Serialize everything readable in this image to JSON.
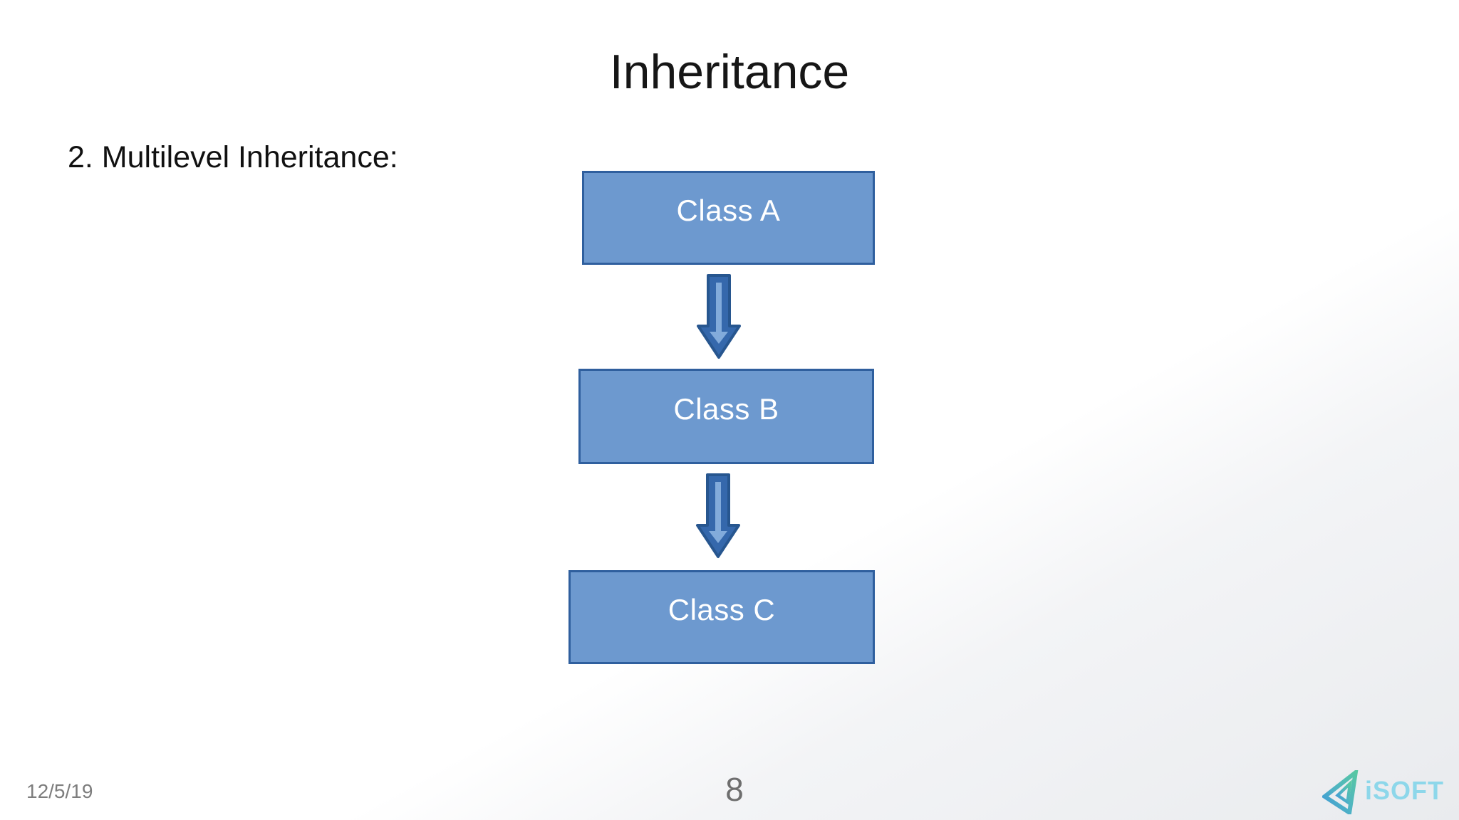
{
  "slide": {
    "title": "Inheritance",
    "subtitle": "2. Multilevel Inheritance:",
    "diagram": {
      "type": "flow",
      "direction": "top-to-bottom",
      "nodes": [
        {
          "label": "Class A"
        },
        {
          "label": "Class B"
        },
        {
          "label": "Class C"
        }
      ],
      "edges": [
        {
          "from": "Class A",
          "to": "Class B",
          "style": "down-arrow"
        },
        {
          "from": "Class B",
          "to": "Class C",
          "style": "down-arrow"
        }
      ],
      "colors": {
        "node_fill": "#6D99CF",
        "node_border": "#2F5F9E",
        "node_text": "#FFFFFF",
        "arrow_fill": "#3568AC",
        "arrow_outline": "#27568F",
        "arrow_highlight": "#82ABDB"
      }
    },
    "footer": {
      "date": "12/5/19",
      "page_number": "8"
    },
    "logo": {
      "text": "iSOFT",
      "text_color": "#8DD7EA",
      "triangle_gradient_start": "#57C7A3",
      "triangle_gradient_end": "#3E98D8"
    }
  }
}
